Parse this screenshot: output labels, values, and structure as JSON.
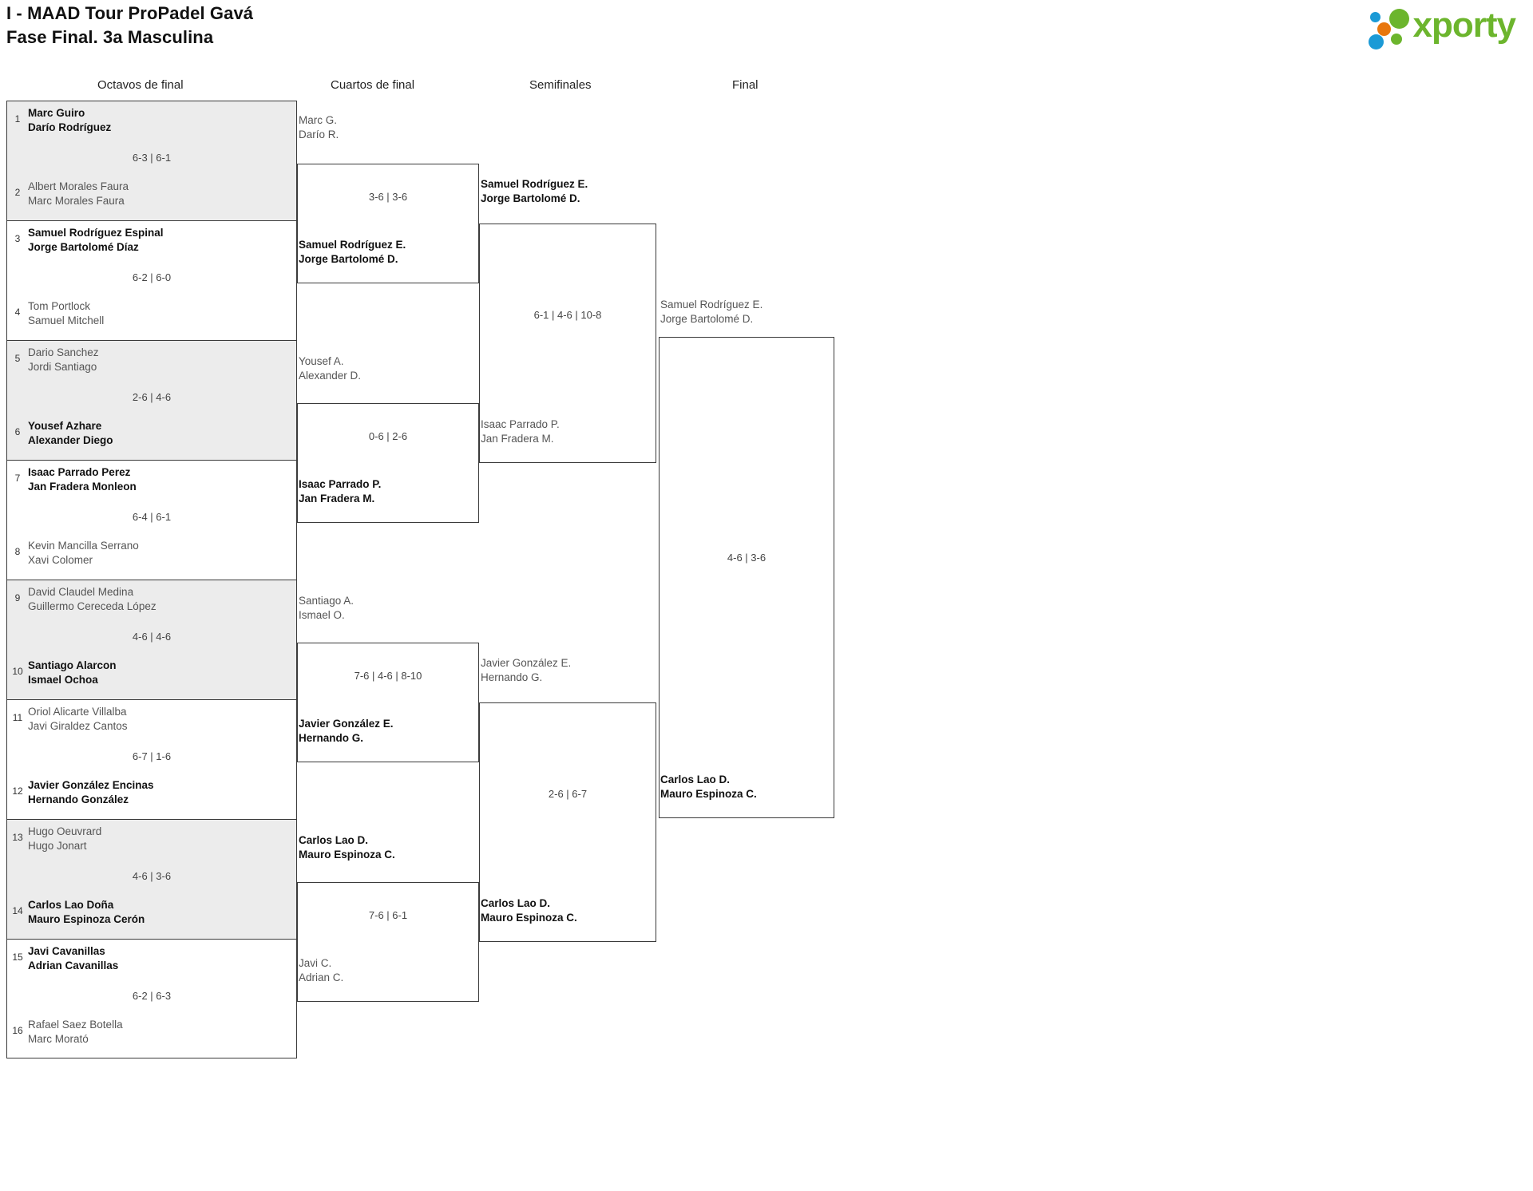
{
  "header": {
    "title_line1": "I - MAAD Tour ProPadel Gavá",
    "title_line2": "Fase Final. 3a Masculina",
    "logo_text": "xporty"
  },
  "rounds": [
    {
      "label": "Octavos de final"
    },
    {
      "label": "Cuartos de final"
    },
    {
      "label": "Semifinales"
    },
    {
      "label": "Final"
    }
  ],
  "round1": [
    {
      "score": "6-3 | 6-1",
      "top": {
        "seed": "1",
        "p1": "Marc Guiro",
        "p2": "Darío Rodríguez",
        "winner": true
      },
      "bottom": {
        "seed": "2",
        "p1": "Albert Morales Faura",
        "p2": "Marc Morales Faura",
        "winner": false
      }
    },
    {
      "score": "6-2 | 6-0",
      "top": {
        "seed": "3",
        "p1": "Samuel Rodríguez Espinal",
        "p2": "Jorge Bartolomé Díaz",
        "winner": true
      },
      "bottom": {
        "seed": "4",
        "p1": "Tom Portlock",
        "p2": "Samuel Mitchell",
        "winner": false
      }
    },
    {
      "score": "2-6 | 4-6",
      "top": {
        "seed": "5",
        "p1": "Dario Sanchez",
        "p2": "Jordi Santiago",
        "winner": false
      },
      "bottom": {
        "seed": "6",
        "p1": "Yousef Azhare",
        "p2": "Alexander Diego",
        "winner": true
      }
    },
    {
      "score": "6-4 | 6-1",
      "top": {
        "seed": "7",
        "p1": "Isaac Parrado Perez",
        "p2": "Jan Fradera Monleon",
        "winner": true
      },
      "bottom": {
        "seed": "8",
        "p1": "Kevin Mancilla Serrano",
        "p2": "Xavi Colomer",
        "winner": false
      }
    },
    {
      "score": "4-6 | 4-6",
      "top": {
        "seed": "9",
        "p1": "David Claudel Medina",
        "p2": "Guillermo Cereceda López",
        "winner": false
      },
      "bottom": {
        "seed": "10",
        "p1": "Santiago Alarcon",
        "p2": "Ismael Ochoa",
        "winner": true
      }
    },
    {
      "score": "6-7 | 1-6",
      "top": {
        "seed": "11",
        "p1": "Oriol Alicarte Villalba",
        "p2": "Javi Giraldez Cantos",
        "winner": false
      },
      "bottom": {
        "seed": "12",
        "p1": "Javier González Encinas",
        "p2": "Hernando González",
        "winner": true
      }
    },
    {
      "score": "4-6 | 3-6",
      "top": {
        "seed": "13",
        "p1": "Hugo Oeuvrard",
        "p2": "Hugo Jonart",
        "winner": false
      },
      "bottom": {
        "seed": "14",
        "p1": "Carlos Lao Doña",
        "p2": "Mauro Espinoza Cerón",
        "winner": true
      }
    },
    {
      "score": "6-2 | 6-3",
      "top": {
        "seed": "15",
        "p1": "Javi Cavanillas",
        "p2": "Adrian Cavanillas",
        "winner": true
      },
      "bottom": {
        "seed": "16",
        "p1": "Rafael Saez Botella",
        "p2": "Marc Morató",
        "winner": false
      }
    }
  ],
  "round2": [
    {
      "score": "3-6 | 3-6",
      "top": {
        "p1": "Marc G.",
        "p2": "Darío R.",
        "winner": false
      },
      "bottom": {
        "p1": "Samuel Rodríguez E.",
        "p2": "Jorge Bartolomé D.",
        "winner": true
      }
    },
    {
      "score": "0-6 | 2-6",
      "top": {
        "p1": "Yousef A.",
        "p2": "Alexander D.",
        "winner": false
      },
      "bottom": {
        "p1": "Isaac Parrado P.",
        "p2": "Jan Fradera M.",
        "winner": true
      }
    },
    {
      "score": "7-6 | 4-6 | 8-10",
      "top": {
        "p1": "Santiago A.",
        "p2": "Ismael O.",
        "winner": false
      },
      "bottom": {
        "p1": "Javier González E.",
        "p2": "Hernando G.",
        "winner": true
      }
    },
    {
      "score": "7-6 | 6-1",
      "top": {
        "p1": "Carlos Lao D.",
        "p2": "Mauro Espinoza C.",
        "winner": true
      },
      "bottom": {
        "p1": "Javi C.",
        "p2": "Adrian C.",
        "winner": false
      }
    }
  ],
  "round3": [
    {
      "score": "6-1 | 4-6 | 10-8",
      "top": {
        "p1": "Samuel Rodríguez E.",
        "p2": "Jorge Bartolomé D.",
        "winner": true
      },
      "bottom": {
        "p1": "Isaac Parrado P.",
        "p2": "Jan Fradera M.",
        "winner": false
      }
    },
    {
      "score": "2-6 | 6-7",
      "top": {
        "p1": "Javier González E.",
        "p2": "Hernando G.",
        "winner": false
      },
      "bottom": {
        "p1": "Carlos Lao D.",
        "p2": "Mauro Espinoza C.",
        "winner": true
      }
    }
  ],
  "round4": [
    {
      "score": "4-6 | 3-6",
      "top": {
        "p1": "Samuel Rodríguez E.",
        "p2": "Jorge Bartolomé D.",
        "winner": false
      },
      "bottom": {
        "p1": "Carlos Lao D.",
        "p2": "Mauro Espinoza C.",
        "winner": true
      }
    }
  ]
}
